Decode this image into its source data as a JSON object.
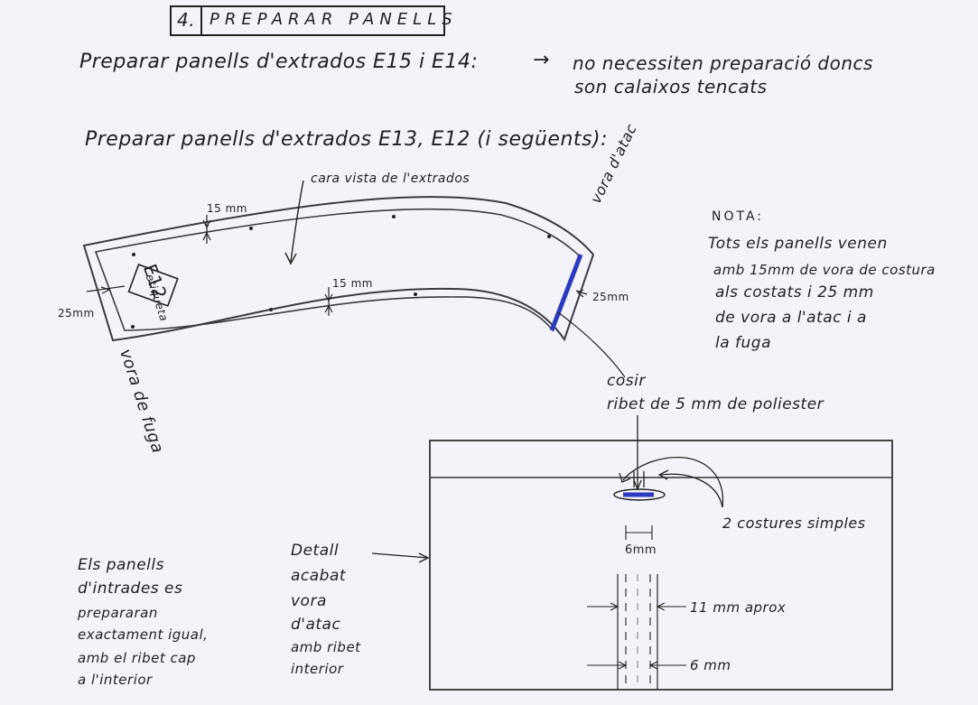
{
  "section": {
    "number": "4.",
    "title": "PREPARAR PANELLS"
  },
  "line1": {
    "text": "Preparar panells d'extrados E15 i E14:",
    "arrow": "→",
    "result_1": "no necessiten preparació doncs",
    "result_2": "son calaixos tencats"
  },
  "line2": {
    "text": "Preparar panells d'extrados E13, E12 (i següents):"
  },
  "panel": {
    "face_label": "cara vista de l'extrados",
    "margin_top": "15 mm",
    "margin_bottom": "15 mm",
    "margin_left": "25mm",
    "margin_right": "25mm",
    "tag_label": "etiqueta",
    "panel_id": "E12",
    "leading_edge": "vora d'atac",
    "trailing_edge": "vora de fuga",
    "ribbon_color": "#2b3bbf"
  },
  "note": {
    "title": "NOTA:",
    "lines": [
      "Tots els panells venen",
      "amb 15mm de vora de costura",
      "als costats i 25 mm",
      "de vora a l'atac i a",
      "la fuga"
    ]
  },
  "sew": {
    "line1": "cosir",
    "line2": "ribet de 5 mm de poliester"
  },
  "detail": {
    "label_lines": [
      "Detall",
      "acabat",
      "vora",
      "d'atac",
      "amb ribet",
      "interior"
    ],
    "stitches": "2 costures simples",
    "dim_6mm_top": "6mm",
    "dim_11mm": "11 mm aprox",
    "dim_6mm_bottom": "6 mm"
  },
  "intrados_note": {
    "lines": [
      "Els panells",
      "d'intrades es",
      "prepararan",
      "exactament igual,",
      "amb el ribet cap",
      "a l'interior"
    ]
  }
}
